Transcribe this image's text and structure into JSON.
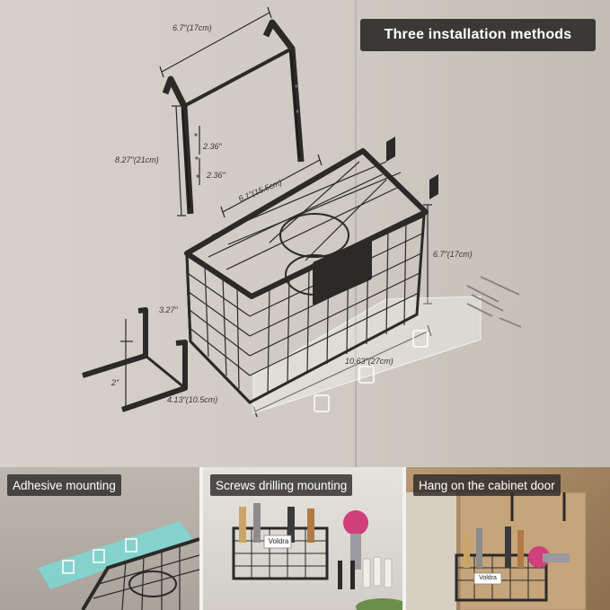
{
  "title": "Three installation methods",
  "dimensions": {
    "hook_width": "6.7″(17cm)",
    "hook_height": "8.27″(21cm)",
    "hook_gap_top": "2.36″",
    "hook_gap_bottom": "2.36″",
    "basket_depth_top": "6.1″(15.5cm)",
    "basket_height": "6.7″(17cm)",
    "bracket_depth": "3.27″",
    "bracket_width": "2″",
    "basket_depth": "4.13″(10.5cm)",
    "basket_length": "10.63″(27cm)"
  },
  "methods": [
    {
      "label": "Adhesive mounting"
    },
    {
      "label": "Screws drilling mounting",
      "brand": "Voldra"
    },
    {
      "label": "Hang on the cabinet door",
      "brand": "Voldra"
    }
  ],
  "colors": {
    "badge_bg": "#3b3936",
    "metal": "#2b2a29",
    "adhesive_strip": "#7fd6d0",
    "dryer_accent": "#d13f7c"
  }
}
